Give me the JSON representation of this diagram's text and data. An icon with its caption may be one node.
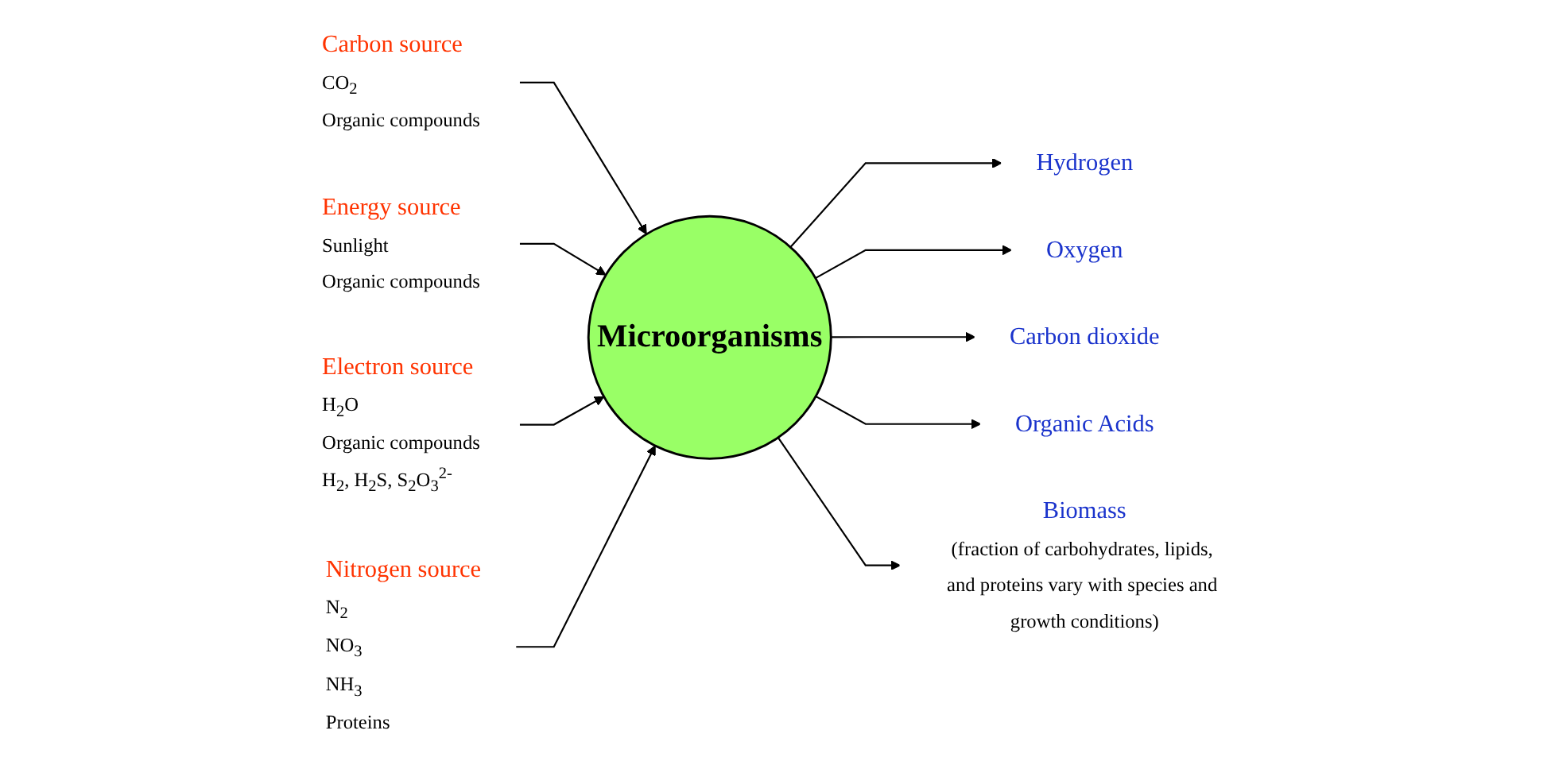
{
  "diagram": {
    "nodes": [
      {
        "text": [
          "Carbon source",
          "CO$_{2}$",
          "Organic compounds"
        ]
      },
      {
        "text": [
          "Energy source",
          "Sunlight",
          "Organic compounds"
        ]
      },
      {
        "text": [
          "Electron source",
          "H$_{2}$O",
          "Organic compounds",
          "H$_{2}$, H$_{2}$S, S$_{2}$O$_{3}$$^{2-}$"
        ]
      },
      {
        "text": [
          "Nitrogen source",
          "N$_{2}$",
          "NO$_{3}$",
          "NH$_{3}$",
          "Proteins"
        ]
      },
      {
        "text": [
          "Microorganisms"
        ]
      },
      {
        "text": [
          "Hydrogen"
        ]
      },
      {
        "text": [
          "Oxygen"
        ]
      },
      {
        "text": [
          "Carbon dioxide"
        ]
      },
      {
        "text": [
          "Organic Acids"
        ]
      },
      {
        "text": [
          "Biomass",
          "(fraction of carbohydrates, lipids, and proteins vary with species and growth conditions)"
        ]
      }
    ],
    "edges": [
      {
        "from": 0,
        "to": 4,
        "arrow": "to"
      },
      {
        "from": 1,
        "to": 4,
        "arrow": "to"
      },
      {
        "from": 2,
        "to": 4,
        "arrow": "to"
      },
      {
        "from": 3,
        "to": 4,
        "arrow": "to"
      },
      {
        "from": 4,
        "to": 5,
        "arrow": "to"
      },
      {
        "from": 4,
        "to": 6,
        "arrow": "to"
      },
      {
        "from": 4,
        "to": 7,
        "arrow": "to"
      },
      {
        "from": 4,
        "to": 8,
        "arrow": "to"
      },
      {
        "from": 4,
        "to": 9,
        "arrow": "to"
      }
    ]
  }
}
